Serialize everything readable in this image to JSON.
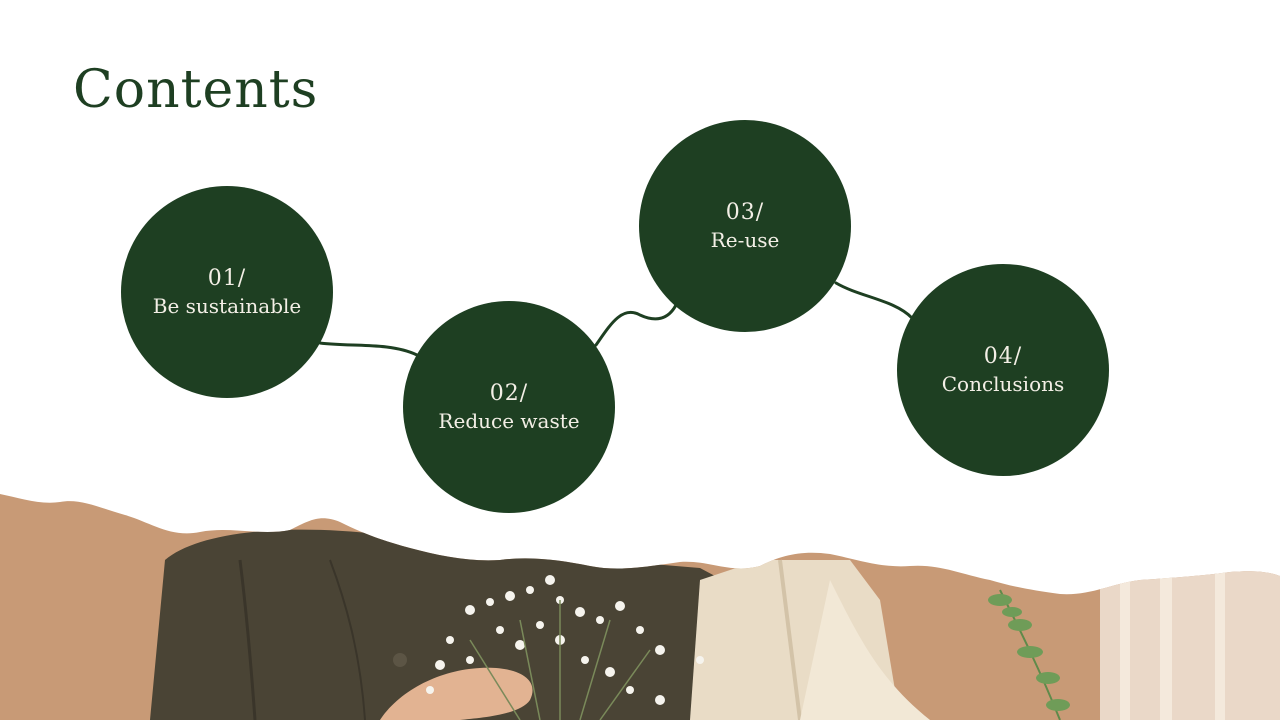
{
  "slide": {
    "title": "Contents",
    "items": [
      {
        "number": "01/",
        "label": "Be sustainable"
      },
      {
        "number": "02/",
        "label": "Reduce waste"
      },
      {
        "number": "03/",
        "label": "Re-use"
      },
      {
        "number": "04/",
        "label": "Conclusions"
      }
    ]
  },
  "colors": {
    "accent": "#1e3f22",
    "circle_text": "#f3efe6",
    "background": "#ffffff",
    "photo_wall": "#c89a76",
    "photo_shirt": "#4a4435"
  }
}
